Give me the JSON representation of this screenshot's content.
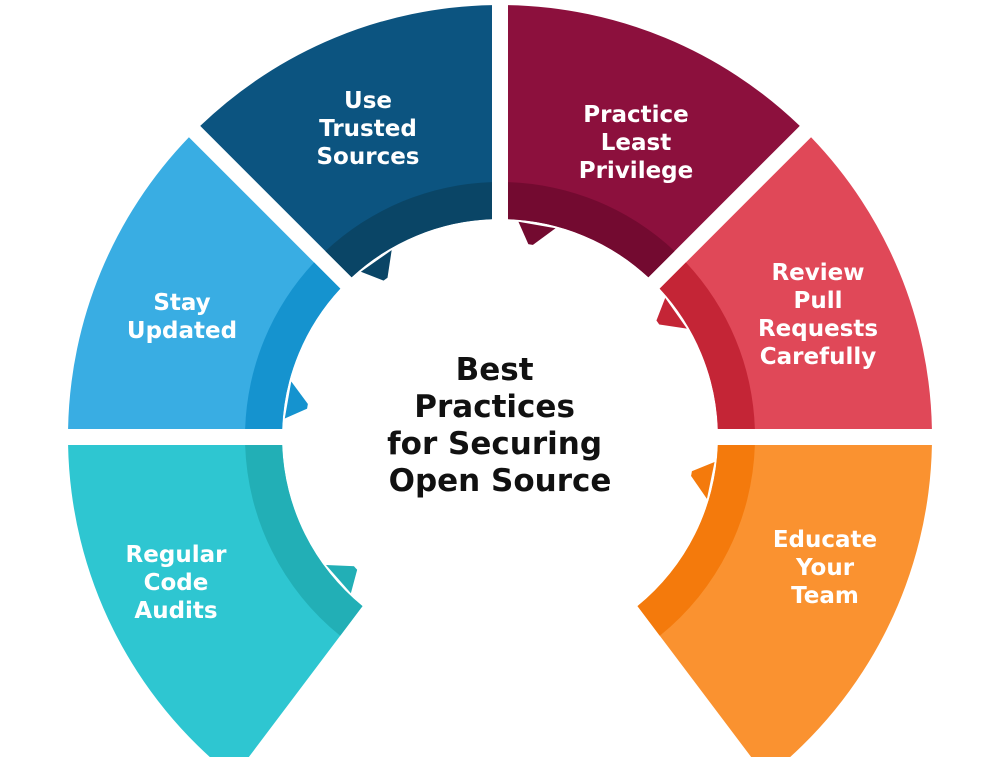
{
  "title": [
    "Best",
    "Practices",
    "for Securing",
    "Open Source"
  ],
  "segments": [
    {
      "id": "stay-updated",
      "lines": [
        "Stay",
        "Updated"
      ],
      "color": "#39ADE3",
      "inner_color": "#1593CF"
    },
    {
      "id": "use-trusted-sources",
      "lines": [
        "Use",
        "Trusted",
        "Sources"
      ],
      "color": "#0C5480",
      "inner_color": "#0A4566"
    },
    {
      "id": "practice-least-privilege",
      "lines": [
        "Practice",
        "Least",
        "Privilege"
      ],
      "color": "#8C103D",
      "inner_color": "#730A30"
    },
    {
      "id": "review-pull-requests-carefully",
      "lines": [
        "Review",
        "Pull",
        "Requests",
        "Carefully"
      ],
      "color": "#E04858",
      "inner_color": "#C42536"
    },
    {
      "id": "regular-code-audits",
      "lines": [
        "Regular",
        "Code",
        "Audits"
      ],
      "color": "#2EC6D1",
      "inner_color": "#22AFB6"
    },
    {
      "id": "educate-your-team",
      "lines": [
        "Educate",
        "Your",
        "Team"
      ],
      "color": "#FA9230",
      "inner_color": "#F47A0C"
    }
  ]
}
